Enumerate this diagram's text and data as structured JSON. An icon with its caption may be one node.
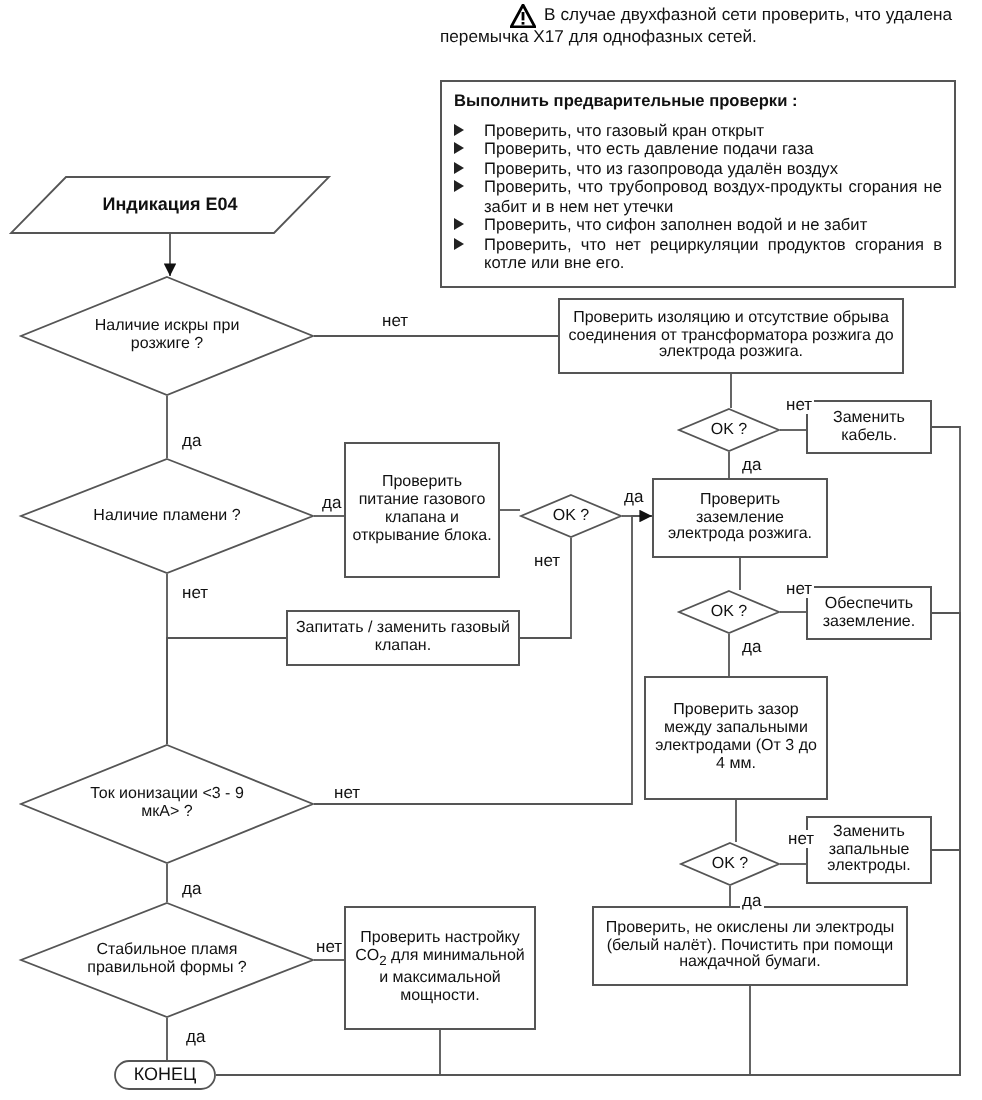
{
  "diagram": {
    "nodes": [
      {
        "text": [
          "Выполнить предварительные проверки :",
          "Проверить, что газовый кран открыт",
          "Проверить, что есть давление подачи газа",
          "Проверить, что из газопровода удалён воздух",
          "Проверить, что трубопровод воздух-продукты сгорания не забит и в нем нет утечки",
          "Проверить, что сифон заполнен водой и не забит",
          "Проверить, что нет рециркуляции продуктов сгорания в котле или вне его."
        ]
      },
      {
        "text": [
          "Индикация E04"
        ]
      },
      {
        "text": [
          "Наличие искры при розжиге ?"
        ]
      },
      {
        "text": [
          "Проверить изоляцию и отсутствие обрыва соединения от трансформатора розжига до электрода розжига."
        ]
      },
      {
        "text": [
          "OK ?"
        ]
      },
      {
        "text": [
          "Заменить кабель."
        ]
      },
      {
        "text": [
          "Наличие пламени ?"
        ]
      },
      {
        "text": [
          "Проверить питание газового клапана и открывание блока."
        ]
      },
      {
        "text": [
          "OK ?"
        ]
      },
      {
        "text": [
          "Проверить заземление электрода розжига."
        ]
      },
      {
        "text": [
          "OK ?"
        ]
      },
      {
        "text": [
          "Обеспечить заземление."
        ]
      },
      {
        "text": [
          "Запитать / заменить газовый клапан."
        ]
      },
      {
        "text": [
          "Проверить зазор между запальными электродами (От 3 до 4 мм."
        ]
      },
      {
        "text": [
          "Ток ионизации <3 - 9 мкА> ?"
        ]
      },
      {
        "text": [
          "Заменить запальные электроды."
        ]
      },
      {
        "text": [
          "OK ?"
        ]
      },
      {
        "text": [
          "Стабильное пламя правильной формы ?"
        ]
      },
      {
        "text": [
          "Проверить настройку CO$_{2}$ для минимальной и максимальной мощности."
        ]
      },
      {
        "text": [
          "Проверить, не окислены ли электроды (белый налёт). Почистить при помощи наждачной бумаги."
        ]
      },
      {
        "text": [
          "КОНЕЦ"
        ]
      }
    ],
    "edges": [
      {
        "from": 1,
        "to": 2,
        "arrow": "to"
      },
      {
        "from": 2,
        "to": 3,
        "arrow": "none",
        "label": "нет"
      },
      {
        "from": 2,
        "to": 6,
        "arrow": "none",
        "label": "да"
      },
      {
        "from": 3,
        "to": 4,
        "arrow": "none"
      },
      {
        "from": 4,
        "to": 5,
        "arrow": "none",
        "label": "нет"
      },
      {
        "from": 4,
        "to": 9,
        "arrow": "none",
        "label": "да"
      },
      {
        "from": 6,
        "to": 7,
        "arrow": "none",
        "label": "да"
      },
      {
        "from": 7,
        "to": 8,
        "arrow": "none"
      },
      {
        "from": 8,
        "to": 9,
        "arrow": "none",
        "label": "да"
      },
      {
        "from": 8,
        "to": 12,
        "arrow": "none",
        "label": "нет"
      },
      {
        "from": 6,
        "to": 14,
        "arrow": "none",
        "label": "нет"
      },
      {
        "from": 12,
        "to": 14,
        "arrow": "none"
      },
      {
        "from": 14,
        "to": 9,
        "arrow": "to",
        "label": "нет"
      },
      {
        "from": 14,
        "to": 17,
        "arrow": "none",
        "label": "да"
      },
      {
        "from": 17,
        "to": 18,
        "arrow": "none",
        "label": "нет"
      },
      {
        "from": 17,
        "to": 20,
        "arrow": "none",
        "label": "да"
      },
      {
        "from": 9,
        "to": 10,
        "arrow": "none"
      },
      {
        "from": 10,
        "to": 11,
        "arrow": "none",
        "label": "нет"
      },
      {
        "from": 10,
        "to": 13,
        "arrow": "none",
        "label": "да"
      },
      {
        "from": 13,
        "to": 16,
        "arrow": "none"
      },
      {
        "from": 16,
        "to": 15,
        "arrow": "none",
        "label": "нет"
      },
      {
        "from": 16,
        "to": 19,
        "arrow": "none",
        "label": "да"
      },
      {
        "from": 5,
        "to": 20,
        "arrow": "none"
      },
      {
        "from": 11,
        "to": 20,
        "arrow": "none"
      },
      {
        "from": 15,
        "to": 20,
        "arrow": "none"
      },
      {
        "from": 19,
        "to": 20,
        "arrow": "none"
      },
      {
        "from": 18,
        "to": 20,
        "arrow": "none"
      }
    ],
    "labels": [
      "В случае двухфазной сети проверить, что удалена перемычка X17 для однофазных сетей."
    ]
  }
}
